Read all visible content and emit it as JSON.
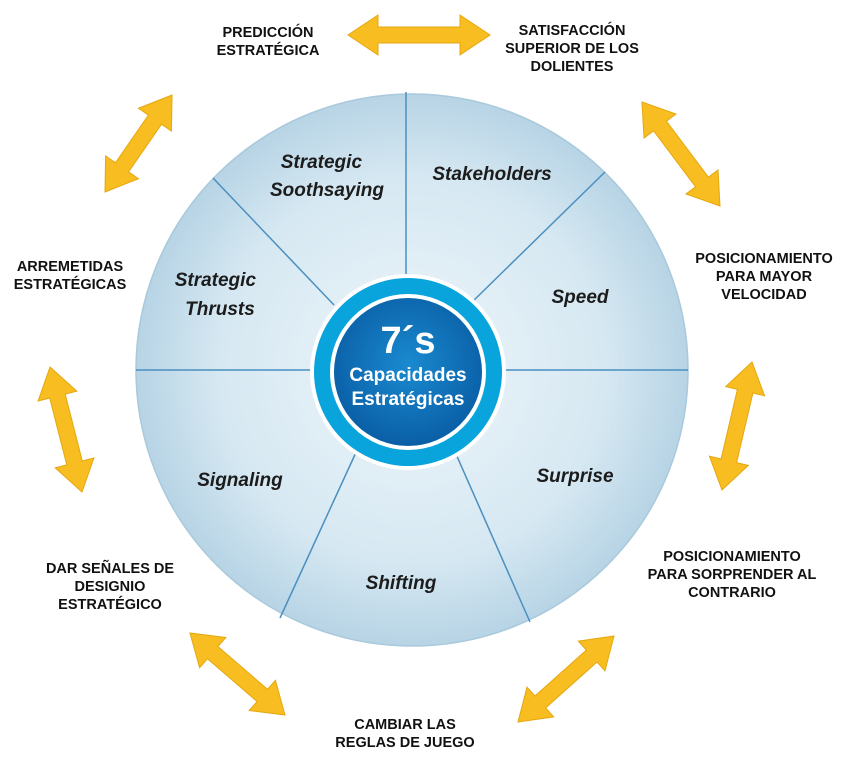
{
  "center": {
    "title": "7´s",
    "line1": "Capacidades",
    "line2": "Estratégicas"
  },
  "segments": [
    {
      "id": "soothsaying",
      "lines": [
        "Strategic",
        "Soothsaying"
      ]
    },
    {
      "id": "stakeholders",
      "lines": [
        "Stakeholders"
      ]
    },
    {
      "id": "speed",
      "lines": [
        "Speed"
      ]
    },
    {
      "id": "surprise",
      "lines": [
        "Surprise"
      ]
    },
    {
      "id": "shifting",
      "lines": [
        "Shifting"
      ]
    },
    {
      "id": "signaling",
      "lines": [
        "Signaling"
      ]
    },
    {
      "id": "thrusts",
      "lines": [
        "Strategic",
        "Thrusts"
      ]
    }
  ],
  "outer_labels": [
    {
      "id": "prediccion",
      "lines": [
        "PREDICCIÓN",
        "ESTRATÉGICA"
      ]
    },
    {
      "id": "satisfaccion",
      "lines": [
        "SATISFACCIÓN",
        "SUPERIOR DE LOS",
        "DOLIENTES"
      ]
    },
    {
      "id": "velocidad",
      "lines": [
        "POSICIONAMIENTO",
        "PARA MAYOR",
        "VELOCIDAD"
      ]
    },
    {
      "id": "sorprender",
      "lines": [
        "POSICIONAMIENTO",
        "PARA SORPRENDER AL",
        "CONTRARIO"
      ]
    },
    {
      "id": "cambiar",
      "lines": [
        "CAMBIAR LAS",
        "REGLAS DE JUEGO"
      ]
    },
    {
      "id": "senales",
      "lines": [
        "DAR SEÑALES DE",
        "DESIGNIO",
        "ESTRATÉGICO"
      ]
    },
    {
      "id": "arremetidas",
      "lines": [
        "ARREMETIDAS",
        "ESTRATÉGICAS"
      ]
    }
  ],
  "colors": {
    "ring": "#0aa4dc",
    "core": "#0a6fb8",
    "wedge_light": "#e9f3f9",
    "wedge_dark": "#bcd8e8",
    "divider": "#4a8fc0",
    "arrow": "#f7bd21"
  }
}
